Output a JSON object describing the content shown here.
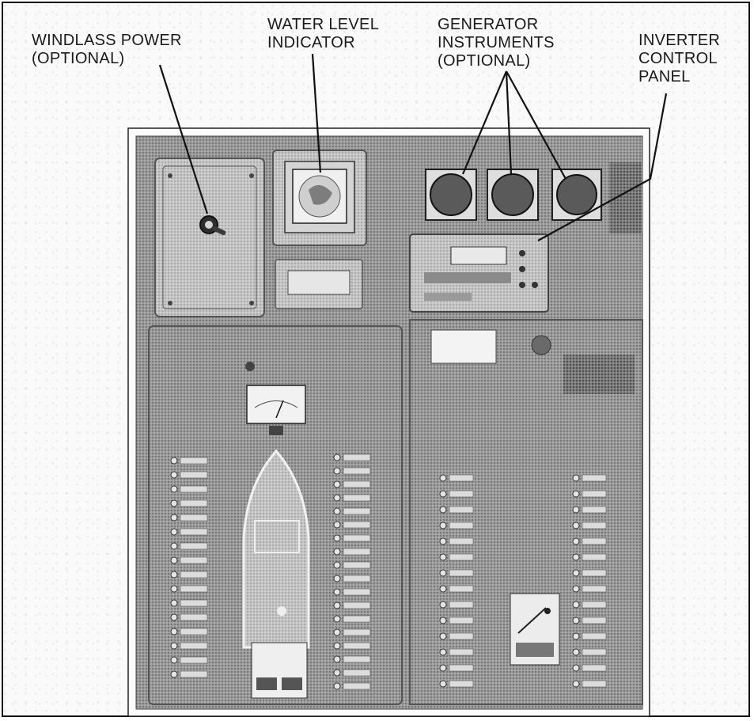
{
  "callouts": {
    "windlass": "WINDLASS POWER\n(OPTIONAL)",
    "water_level": "WATER LEVEL\nINDICATOR",
    "generator": "GENERATOR\nINSTRUMENTS\n(OPTIONAL)",
    "inverter": "INVERTER\nCONTROL\nPANEL"
  },
  "colors": {
    "ink": "#111111",
    "panel_dark": "#7d7d7d",
    "panel_mid": "#a5a5a5",
    "panel_light": "#d8d8d8"
  }
}
